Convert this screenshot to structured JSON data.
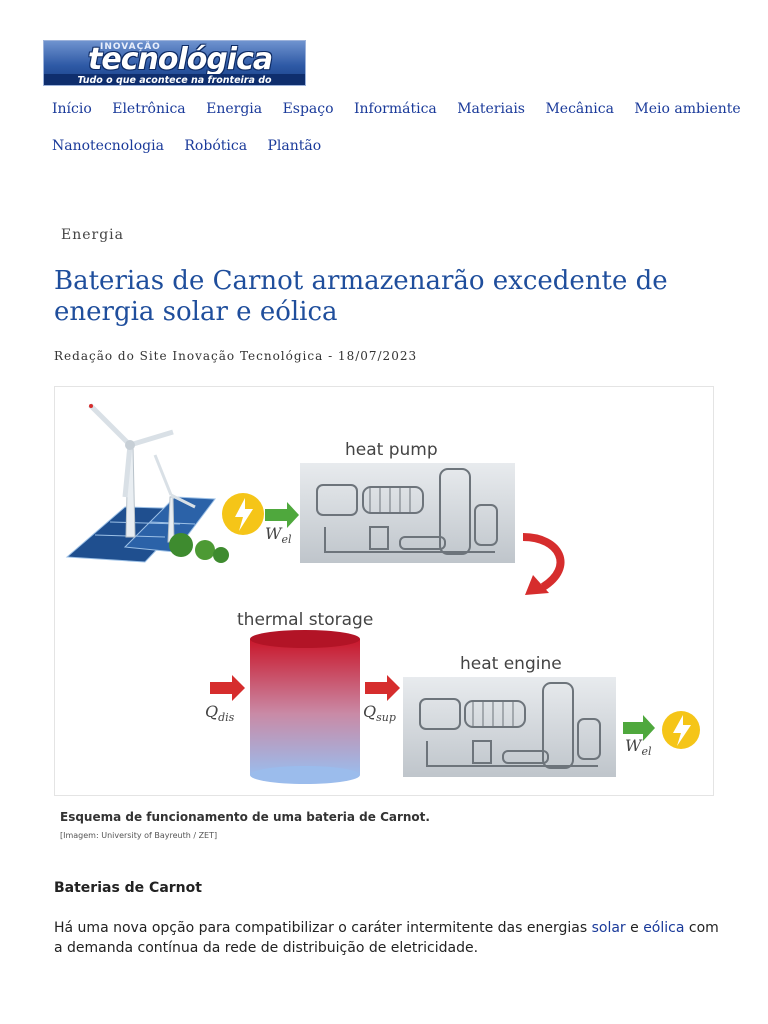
{
  "logo": {
    "small": "INOVAÇÃO",
    "big": "tecnológica",
    "tagline": "Tudo o que acontece na fronteira do conhecimento"
  },
  "nav": {
    "row1": [
      "Início",
      "Eletrônica",
      "Energia",
      "Espaço",
      "Informática",
      "Materiais",
      "Mecânica",
      "Meio ambiente"
    ],
    "row2": [
      "Nanotecnologia",
      "Robótica",
      "Plantão"
    ]
  },
  "article": {
    "category": "Energia",
    "title": "Baterias de Carnot armazenarão excedente de energia solar e eólica",
    "byline": "Redação do Site Inovação Tecnológica - 18/07/2023",
    "figure": {
      "label_heat_pump": "heat pump",
      "label_thermal_storage": "thermal storage",
      "label_heat_engine": "heat engine",
      "label_wel": "W",
      "label_wel_sub": "el",
      "label_qdis": "Q",
      "label_qdis_sub": "dis",
      "label_qsup": "Q",
      "label_qsup_sub": "sup"
    },
    "caption": "Esquema de funcionamento de uma bateria de Carnot.",
    "credit": "[Imagem: University of Bayreuth / ZET]",
    "subhead": "Baterias de Carnot",
    "para_before": "Há uma nova opção para compatibilizar o caráter intermitente das energias ",
    "link_solar": "solar",
    "para_mid": " e ",
    "link_eolica": "eólica",
    "para_after": " com a demanda contínua da rede de distribuição de eletricidade."
  },
  "colors": {
    "title_blue": "#1f4e9c",
    "link_blue": "#1a3a9a",
    "arrow_green": "#4fa83d",
    "arrow_red": "#d62d2d",
    "lightning_yellow": "#f5c518"
  }
}
